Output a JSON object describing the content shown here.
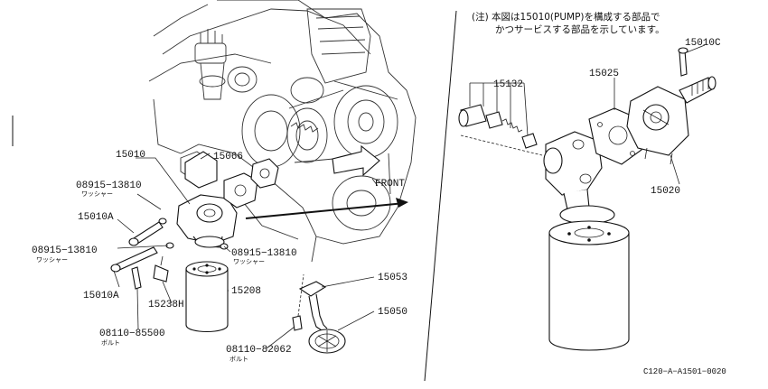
{
  "note": {
    "line1": "(注) 本図は15010(PUMP)を構成する部品で",
    "line2": "かつサービスする部品を示しています。"
  },
  "engine": {
    "front_label": "FRONT"
  },
  "labels": {
    "p15010": "15010",
    "p15066": "15066",
    "w08915a": "08915−13810",
    "w08915a_sub": "ワッシャー",
    "p15010A_top": "15010A",
    "w08915b": "08915−13810",
    "w08915b_sub": "ワッシャー",
    "w08915c": "08915−13810",
    "w08915c_sub": "ワッシャー",
    "p15010A_bot": "15010A",
    "p15238H": "15238H",
    "p15208": "15208",
    "b08110a": "08110−85500",
    "b08110a_sub": "ボルト",
    "b08110b": "08110−82062",
    "b08110b_sub": "ボルト",
    "p15053": "15053",
    "p15050": "15050",
    "p15132": "15132",
    "p15025": "15025",
    "p15010C": "15010C",
    "p15020": "15020"
  },
  "footer": {
    "code": "C120−A−A1501−0020"
  }
}
